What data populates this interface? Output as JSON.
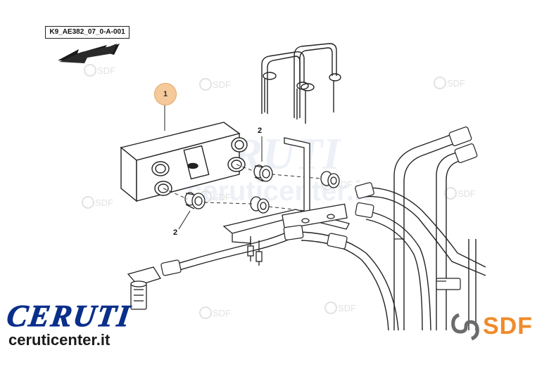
{
  "diagram": {
    "reference_code": "K9_AE382_07_0-A-001",
    "callouts": {
      "part_1": "1",
      "part_2_top": "2",
      "part_2_bottom": "2"
    }
  },
  "watermarks": {
    "text": "SDF",
    "big_brand": "CERUTI",
    "big_site": "ceruticenter.it"
  },
  "branding": {
    "left_name": "CERUTI",
    "left_site": "ceruticenter.it",
    "right_name": "SDF",
    "colors": {
      "ceruti_blue": "#0a2f8a",
      "sdf_orange": "#f08a2a",
      "callout_fill": "#f5c99a"
    }
  }
}
